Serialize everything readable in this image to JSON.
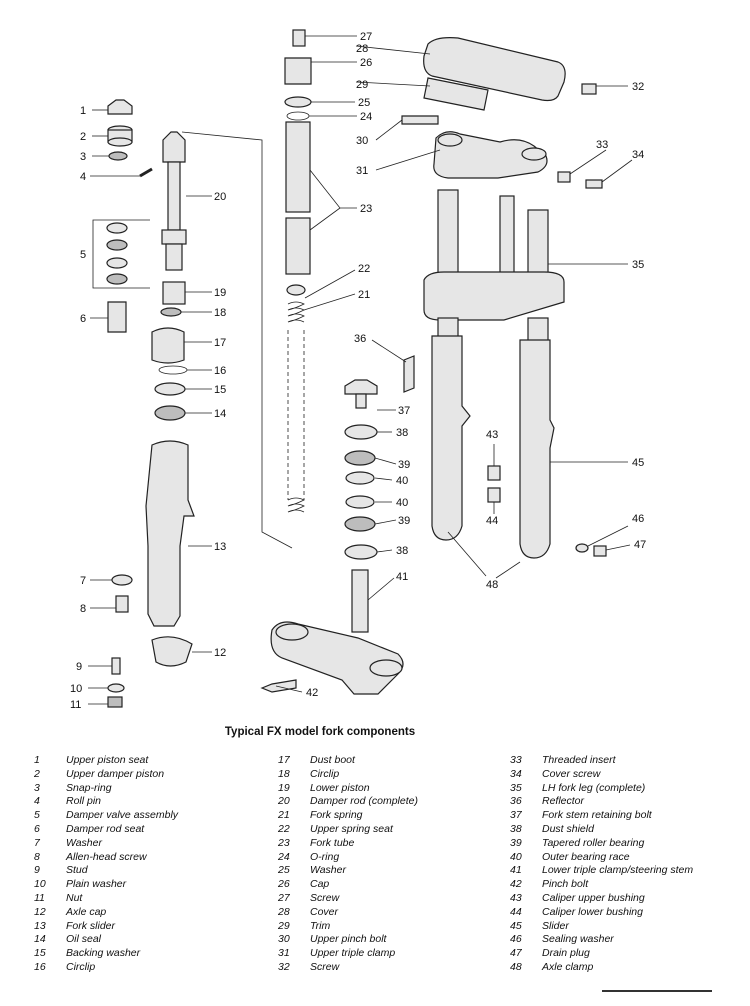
{
  "caption": "Typical FX model fork components",
  "callouts": [
    "1",
    "2",
    "3",
    "4",
    "5",
    "6",
    "7",
    "8",
    "9",
    "10",
    "11",
    "12",
    "13",
    "14",
    "15",
    "16",
    "17",
    "18",
    "19",
    "20",
    "21",
    "22",
    "23",
    "24",
    "25",
    "26",
    "27",
    "28",
    "29",
    "30",
    "31",
    "32",
    "33",
    "34",
    "35",
    "36",
    "37",
    "38",
    "39",
    "40",
    "41",
    "42",
    "43",
    "44",
    "45",
    "46",
    "47",
    "48"
  ],
  "legend": [
    {
      "num": "1",
      "label": "Upper piston seat"
    },
    {
      "num": "2",
      "label": "Upper damper piston"
    },
    {
      "num": "3",
      "label": "Snap-ring"
    },
    {
      "num": "4",
      "label": "Roll pin"
    },
    {
      "num": "5",
      "label": "Damper valve assembly"
    },
    {
      "num": "6",
      "label": "Damper rod seat"
    },
    {
      "num": "7",
      "label": "Washer"
    },
    {
      "num": "8",
      "label": "Allen-head screw"
    },
    {
      "num": "9",
      "label": "Stud"
    },
    {
      "num": "10",
      "label": "Plain washer"
    },
    {
      "num": "11",
      "label": "Nut"
    },
    {
      "num": "12",
      "label": "Axle cap"
    },
    {
      "num": "13",
      "label": "Fork slider"
    },
    {
      "num": "14",
      "label": "Oil seal"
    },
    {
      "num": "15",
      "label": "Backing washer"
    },
    {
      "num": "16",
      "label": "Circlip"
    },
    {
      "num": "17",
      "label": "Dust boot"
    },
    {
      "num": "18",
      "label": "Circlip"
    },
    {
      "num": "19",
      "label": "Lower piston"
    },
    {
      "num": "20",
      "label": "Damper rod (complete)"
    },
    {
      "num": "21",
      "label": "Fork spring"
    },
    {
      "num": "22",
      "label": "Upper spring seat"
    },
    {
      "num": "23",
      "label": "Fork tube"
    },
    {
      "num": "24",
      "label": "O-ring"
    },
    {
      "num": "25",
      "label": "Washer"
    },
    {
      "num": "26",
      "label": "Cap"
    },
    {
      "num": "27",
      "label": "Screw"
    },
    {
      "num": "28",
      "label": "Cover"
    },
    {
      "num": "29",
      "label": "Trim"
    },
    {
      "num": "30",
      "label": "Upper pinch bolt"
    },
    {
      "num": "31",
      "label": "Upper triple clamp"
    },
    {
      "num": "32",
      "label": "Screw"
    },
    {
      "num": "33",
      "label": "Threaded insert"
    },
    {
      "num": "34",
      "label": "Cover screw"
    },
    {
      "num": "35",
      "label": "LH fork leg (complete)"
    },
    {
      "num": "36",
      "label": "Reflector"
    },
    {
      "num": "37",
      "label": "Fork stem retaining bolt"
    },
    {
      "num": "38",
      "label": "Dust shield"
    },
    {
      "num": "39",
      "label": "Tapered roller bearing"
    },
    {
      "num": "40",
      "label": "Outer bearing race"
    },
    {
      "num": "41",
      "label": "Lower triple clamp/steering stem"
    },
    {
      "num": "42",
      "label": "Pinch bolt"
    },
    {
      "num": "43",
      "label": "Caliper upper bushing"
    },
    {
      "num": "44",
      "label": "Caliper lower bushing"
    },
    {
      "num": "45",
      "label": "Slider"
    },
    {
      "num": "46",
      "label": "Sealing washer"
    },
    {
      "num": "47",
      "label": "Drain plug"
    },
    {
      "num": "48",
      "label": "Axle clamp"
    }
  ]
}
